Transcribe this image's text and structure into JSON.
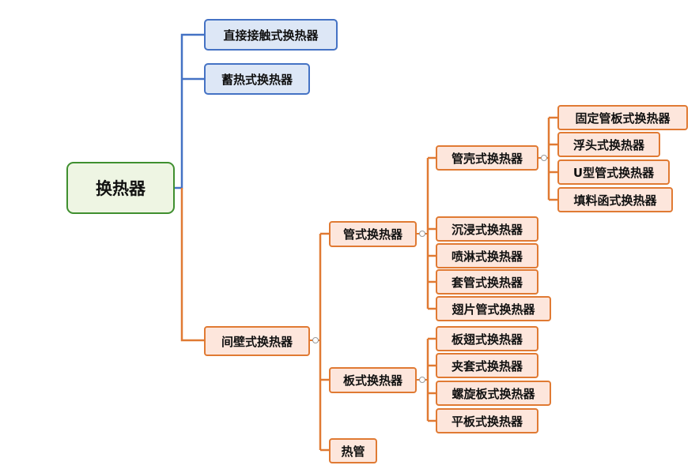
{
  "root": "换热器",
  "types": {
    "direct": "直接接触式换热器",
    "regenerative": "蓄热式换热器",
    "indirect": "间壁式换热器"
  },
  "indirect_children": {
    "tube": "管式换热器",
    "plate": "板式换热器",
    "heat_pipe": "热管"
  },
  "tube_children": {
    "shell_tube": "管壳式换热器",
    "immersion": "沉浸式换热器",
    "spray": "喷淋式换热器",
    "double_pipe": "套管式换热器",
    "finned_tube": "翅片管式换热器"
  },
  "shell_tube_children": {
    "fixed": "固定管板式换热器",
    "floating": "浮头式换热器",
    "u_tube": "U型管式换热器",
    "packed": "填料函式换热器"
  },
  "plate_children": {
    "plate_fin": "板翅式换热器",
    "jacketed": "夹套式换热器",
    "spiral": "螺旋板式换热器",
    "flat_plate": "平板式换热器"
  },
  "colors": {
    "root_border": "#3f8f2f",
    "blue_border": "#4472c4",
    "orange_border": "#e07a33"
  }
}
